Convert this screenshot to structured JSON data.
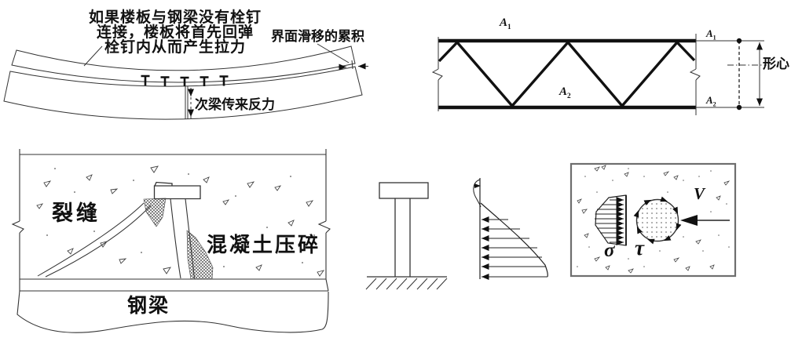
{
  "curved_beam": {
    "note_lines": [
      "如果楼板与钢梁没有栓钉",
      "连接，楼板将首先回弹",
      "栓钉内从而产生拉力"
    ],
    "slip_label": "界面滑移的累积",
    "reaction_label": "次梁传来反力"
  },
  "truss": {
    "top_chord_label": {
      "base": "A",
      "sub": "1"
    },
    "bottom_chord_label": {
      "base": "A",
      "sub": "2"
    },
    "section_top_label": {
      "base": "A",
      "sub": "1"
    },
    "section_bottom_label": {
      "base": "A",
      "sub": "2"
    },
    "centroid_label": "形心"
  },
  "concrete_panel": {
    "crack_label": "裂缝",
    "crush_label": "混凝土压碎",
    "steel_beam_label": "钢梁"
  },
  "stress_section": {
    "sigma_label": "σ",
    "tau_label": "τ",
    "shear_label": "V"
  },
  "colors": {
    "line": "#222222",
    "panel_border": "#6e6e6e"
  }
}
